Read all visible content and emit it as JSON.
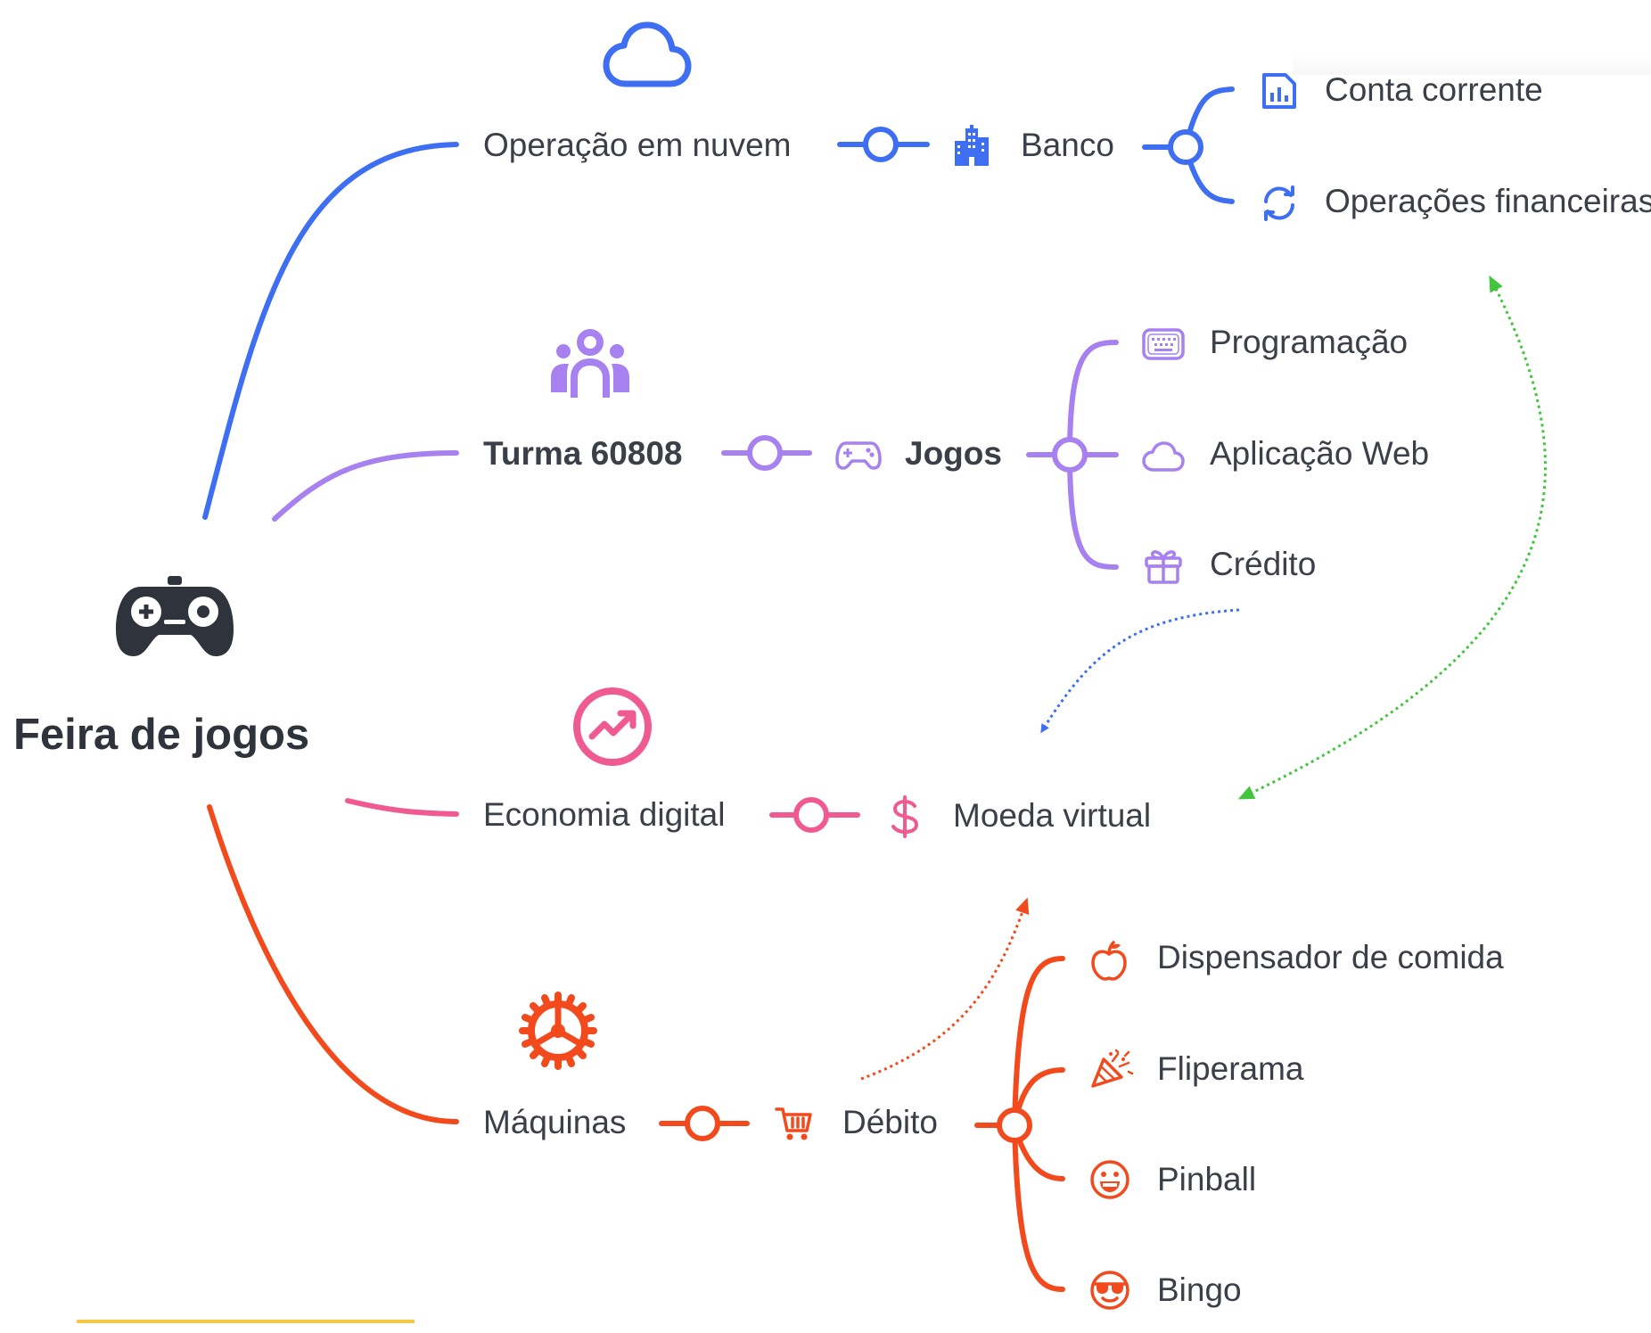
{
  "root": {
    "label": "Feira de jogos",
    "icon": "gamepad-icon"
  },
  "colors": {
    "blue": "#3e6ff3",
    "purple": "#a781f0",
    "pink": "#ef5b91",
    "red": "#f24a1d",
    "green": "#43c63f",
    "dark": "#2f333b",
    "underline": "#f6c845"
  },
  "branches": [
    {
      "id": "cloud",
      "label": "Operação em nuvem",
      "icon": "cloud-icon",
      "color": "#3e6ff3",
      "child": {
        "label": "Banco",
        "icon": "bank-building-icon",
        "leaves": [
          {
            "label": "Conta corrente",
            "icon": "bar-chart-icon"
          },
          {
            "label": "Operações financeiras",
            "icon": "refresh-icon"
          }
        ]
      }
    },
    {
      "id": "class",
      "label": "Turma 60808",
      "icon": "people-group-icon",
      "color": "#a781f0",
      "child": {
        "label": "Jogos",
        "icon": "gamepad-small-icon",
        "leaves": [
          {
            "label": "Programação",
            "icon": "keyboard-icon"
          },
          {
            "label": "Aplicação Web",
            "icon": "cloud-outline-icon"
          },
          {
            "label": "Crédito",
            "icon": "gift-icon"
          }
        ]
      }
    },
    {
      "id": "economy",
      "label": "Economia digital",
      "icon": "trending-up-icon",
      "color": "#ef5b91",
      "child": {
        "label": "Moeda virtual",
        "icon": "dollar-icon",
        "leaves": []
      }
    },
    {
      "id": "machines",
      "label": "Máquinas",
      "icon": "gear-icon",
      "color": "#f24a1d",
      "child": {
        "label": "Débito",
        "icon": "shopping-cart-icon",
        "leaves": [
          {
            "label": "Dispensador de comida",
            "icon": "apple-icon"
          },
          {
            "label": "Fliperama",
            "icon": "party-popper-icon"
          },
          {
            "label": "Pinball",
            "icon": "grin-face-icon"
          },
          {
            "label": "Bingo",
            "icon": "cool-face-icon"
          }
        ]
      }
    }
  ]
}
